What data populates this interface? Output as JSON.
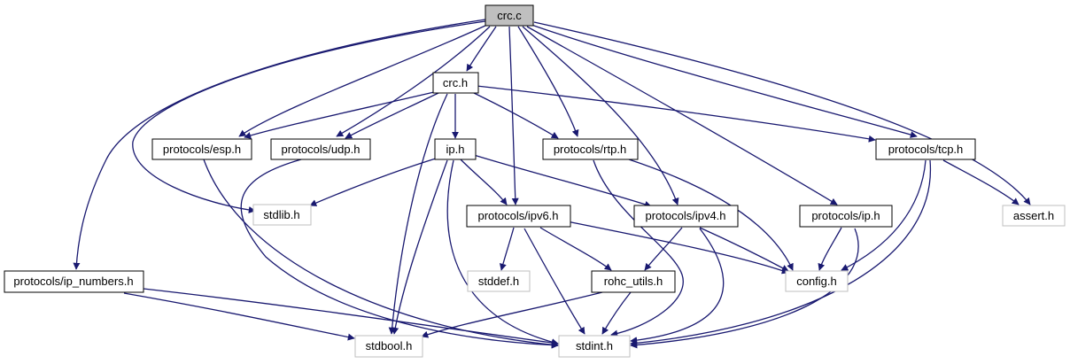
{
  "nodes": [
    {
      "id": "crc_c",
      "label": "crc.c",
      "kind": "root"
    },
    {
      "id": "crc_h",
      "label": "crc.h",
      "kind": "local"
    },
    {
      "id": "esp",
      "label": "protocols/esp.h",
      "kind": "local"
    },
    {
      "id": "udp",
      "label": "protocols/udp.h",
      "kind": "local"
    },
    {
      "id": "ip_h",
      "label": "ip.h",
      "kind": "local"
    },
    {
      "id": "rtp",
      "label": "protocols/rtp.h",
      "kind": "local"
    },
    {
      "id": "tcp",
      "label": "protocols/tcp.h",
      "kind": "local"
    },
    {
      "id": "stdlib",
      "label": "stdlib.h",
      "kind": "system"
    },
    {
      "id": "ipv6",
      "label": "protocols/ipv6.h",
      "kind": "local"
    },
    {
      "id": "ipv4",
      "label": "protocols/ipv4.h",
      "kind": "local"
    },
    {
      "id": "pip",
      "label": "protocols/ip.h",
      "kind": "local"
    },
    {
      "id": "assert",
      "label": "assert.h",
      "kind": "system"
    },
    {
      "id": "ipnum",
      "label": "protocols/ip_numbers.h",
      "kind": "local"
    },
    {
      "id": "stddef",
      "label": "stddef.h",
      "kind": "system"
    },
    {
      "id": "rohc",
      "label": "rohc_utils.h",
      "kind": "local"
    },
    {
      "id": "config",
      "label": "config.h",
      "kind": "system"
    },
    {
      "id": "stdbool",
      "label": "stdbool.h",
      "kind": "system"
    },
    {
      "id": "stdint",
      "label": "stdint.h",
      "kind": "system"
    }
  ],
  "colors": {
    "edge": "#191970",
    "root_fill": "#bfbfbf",
    "local_border": "#000000",
    "system_border": "#bfbfbf"
  }
}
